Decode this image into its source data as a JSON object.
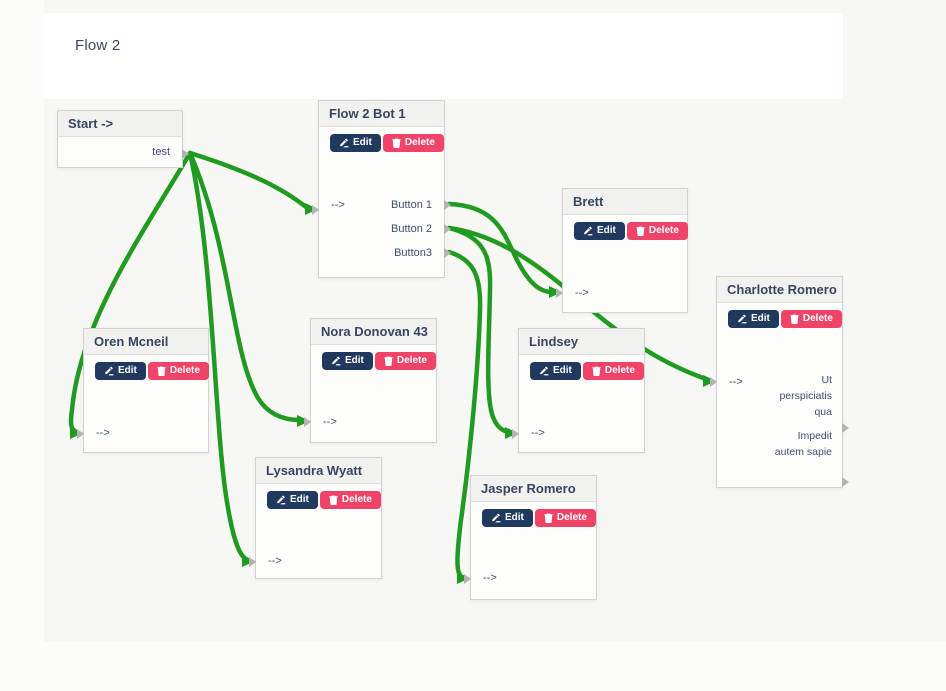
{
  "page": {
    "title": "Flow 2"
  },
  "canvas": {
    "edit_label": "Edit",
    "delete_label": "Delete",
    "nodes": [
      {
        "title": "Start ->",
        "rows": [
          {
            "label": "test"
          }
        ]
      },
      {
        "title": "Flow 2 Bot 1",
        "input_label": "-->",
        "outputs": [
          "Button 1",
          "Button 2",
          "Button3"
        ]
      },
      {
        "title": "Brett",
        "input_label": "-->"
      },
      {
        "title": "Charlotte Romero",
        "input_label": "-->",
        "outputs": [
          "Ut perspiciatis qua",
          "Impedit autem sapie"
        ]
      },
      {
        "title": "Oren Mcneil",
        "input_label": "-->"
      },
      {
        "title": "Nora Donovan 43",
        "input_label": "-->"
      },
      {
        "title": "Lindsey",
        "input_label": "-->"
      },
      {
        "title": "Lysandra Wyatt",
        "input_label": "-->"
      },
      {
        "title": "Jasper Romero",
        "input_label": "-->"
      }
    ],
    "connections": [
      {
        "from": "Start ->.test",
        "to": "Flow 2 Bot 1"
      },
      {
        "from": "Start ->.test",
        "to": "Oren Mcneil"
      },
      {
        "from": "Start ->.test",
        "to": "Nora Donovan 43"
      },
      {
        "from": "Start ->.test",
        "to": "Lysandra Wyatt"
      },
      {
        "from": "Flow 2 Bot 1.Button 1",
        "to": "Brett"
      },
      {
        "from": "Flow 2 Bot 1.Button 2",
        "to": "Charlotte Romero"
      },
      {
        "from": "Flow 2 Bot 1.Button 2",
        "to": "Lindsey"
      },
      {
        "from": "Flow 2 Bot 1.Button3",
        "to": "Jasper Romero"
      }
    ],
    "colors": {
      "wire_green": "#219a21",
      "edit_button": "#22395f",
      "delete_button": "#ef4368",
      "node_header_bg": "#f1f1f0",
      "header_text": "#3a4563"
    }
  }
}
